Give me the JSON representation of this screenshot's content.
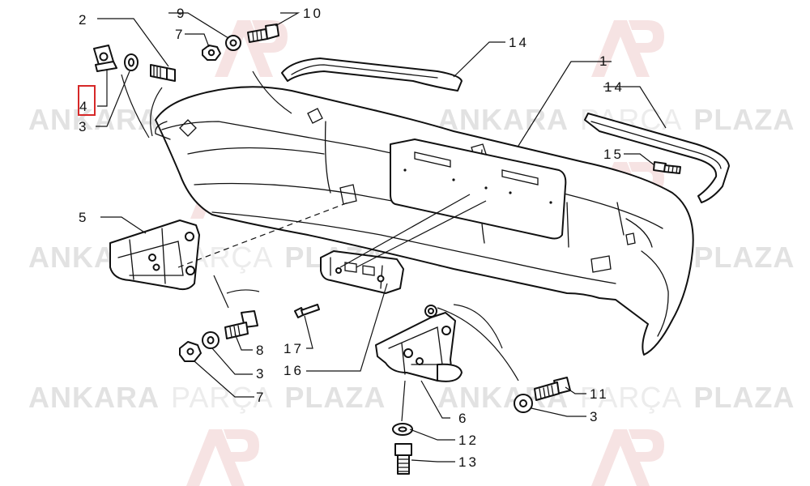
{
  "watermark": {
    "brand_bold_left": "ANKARA",
    "brand_light": "PARÇA",
    "brand_bold_right": "PLAZA",
    "logo_color": "#f3dada"
  },
  "callouts": {
    "c1": "1",
    "c2": "2",
    "c3a": "3",
    "c3b": "3",
    "c3c": "3",
    "c4": "4",
    "c5": "5",
    "c6": "6",
    "c7a": "7",
    "c7b": "7",
    "c8": "8",
    "c9": "9",
    "c10": "10",
    "c11": "11",
    "c12": "12",
    "c13": "13",
    "c14a": "14",
    "c14b": "14",
    "c15": "15",
    "c16": "16",
    "c17": "17"
  },
  "highlight": {
    "callout": "4",
    "color": "#d62828"
  }
}
